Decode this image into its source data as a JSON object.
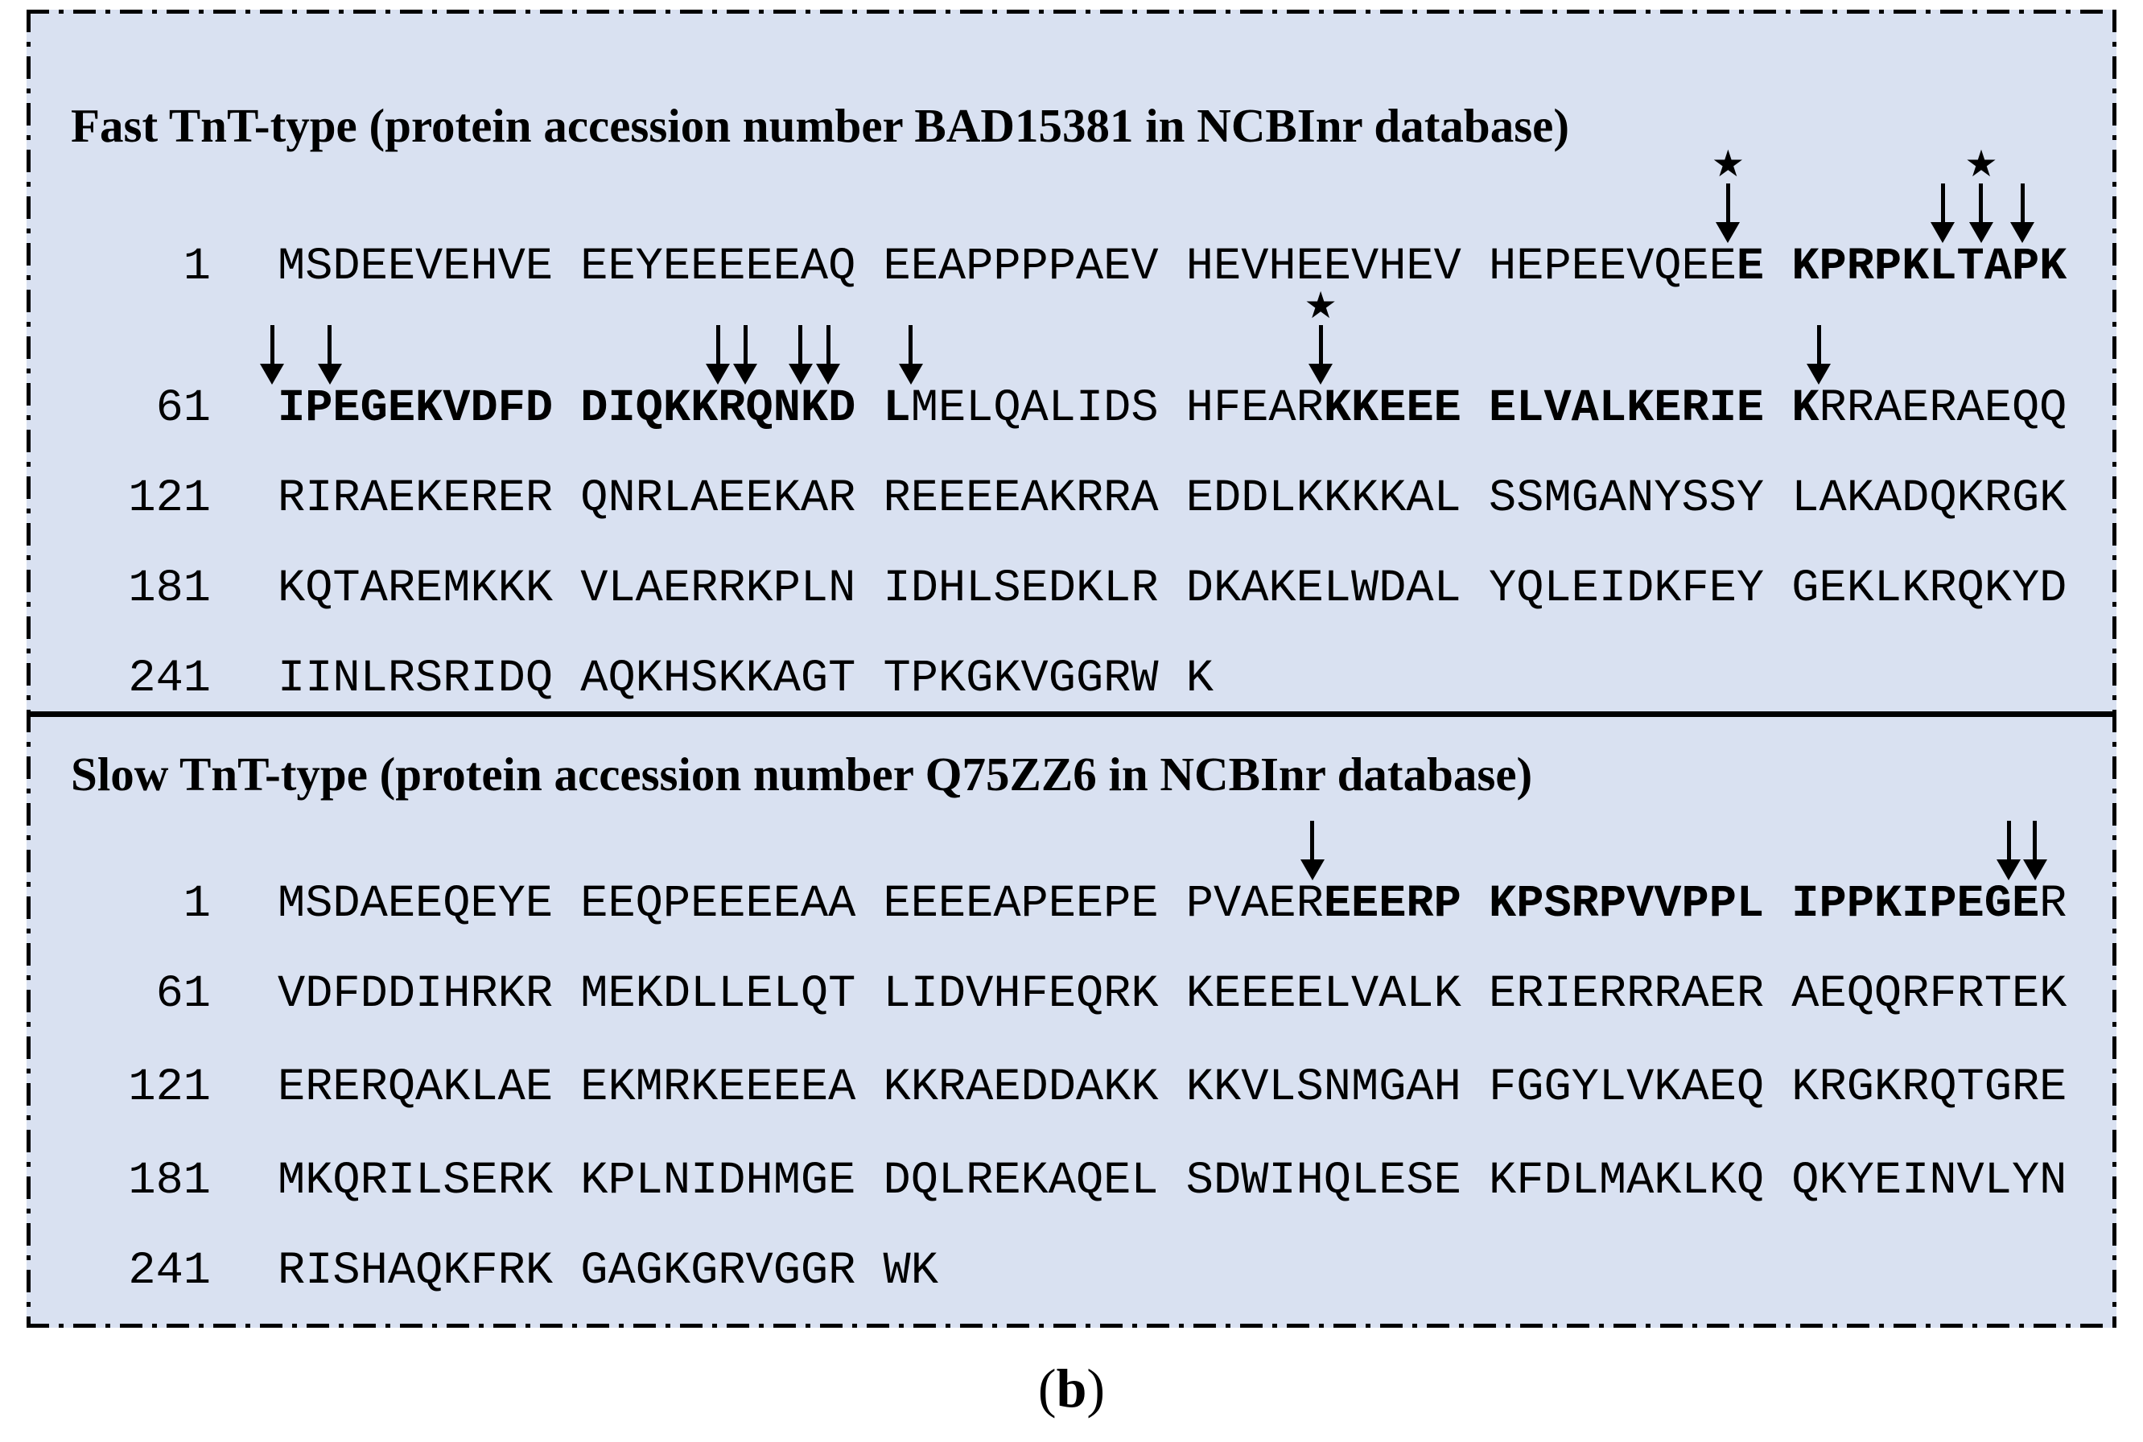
{
  "figure": {
    "colors": {
      "panel_background": "#d9e1f1",
      "ink": "#000000",
      "page_background": "#ffffff"
    },
    "caption": {
      "open": "(",
      "letter": "b",
      "close": ")"
    },
    "legend_icons": {
      "arrow": "down-arrow-icon",
      "star": "star-icon"
    },
    "layout_numbers": {
      "first_residue_labels": [
        "1",
        "61",
        "121",
        "181",
        "241"
      ]
    },
    "sections": [
      {
        "id": "fast",
        "title": "Fast TnT-type (protein accession number BAD15381 in NCBInr database)",
        "rows": [
          {
            "num": "1",
            "segments": [
              {
                "text": "MSDEEVEHVE EEYEEEEEAQ EEAPPPPAEV HEVHEEVHEV HEPEEVQEE",
                "bold": false
              },
              {
                "text": "E KPRPKLTAPK",
                "bold": true
              }
            ],
            "markers": [
              {
                "pos": 52.7,
                "star": true
              },
              {
                "pos": 60.5,
                "star": false
              },
              {
                "pos": 61.9,
                "star": true
              },
              {
                "pos": 63.4,
                "star": false
              }
            ]
          },
          {
            "num": "61",
            "segments": [
              {
                "text": "IPEGEKVDFD DIQKKRQNKD L",
                "bold": true
              },
              {
                "text": "MELQALIDS HFEAR",
                "bold": false
              },
              {
                "text": "KKEEE ELVALKERIE K",
                "bold": true
              },
              {
                "text": "RRAERAEQQ",
                "bold": false
              }
            ],
            "markers": [
              {
                "pos": -0.2,
                "star": false
              },
              {
                "pos": 1.9,
                "star": false
              },
              {
                "pos": 16.0,
                "star": false
              },
              {
                "pos": 17.0,
                "star": false
              },
              {
                "pos": 19.0,
                "star": false
              },
              {
                "pos": 20.0,
                "star": false
              },
              {
                "pos": 23.0,
                "star": false
              },
              {
                "pos": 37.9,
                "star": true
              },
              {
                "pos": 56.0,
                "star": false
              }
            ]
          },
          {
            "num": "121",
            "segments": [
              {
                "text": "RIRAEKERER QNRLAEEKAR REEEEAKRRA EDDLKKKKAL SSMGANYSSY LAKADQKRGK",
                "bold": false
              }
            ],
            "markers": []
          },
          {
            "num": "181",
            "segments": [
              {
                "text": "KQTAREMKKK VLAERRKPLN IDHLSEDKLR DKAKELWDAL YQLEIDKFEY GEKLKRQKYD",
                "bold": false
              }
            ],
            "markers": []
          },
          {
            "num": "241",
            "segments": [
              {
                "text": "IINLRSRIDQ AQKHSKKAGT TPKGKVGGRW K",
                "bold": false
              }
            ],
            "markers": []
          }
        ]
      },
      {
        "id": "slow",
        "title": "Slow TnT-type (protein accession number Q75ZZ6 in NCBInr database)",
        "rows": [
          {
            "num": "1",
            "segments": [
              {
                "text": "MSDAEEQEYE EEQPEEEEAA EEEEAPEEPE PVAER",
                "bold": false
              },
              {
                "text": "EEERP KPSRPVVPPL IPPKIPEGE",
                "bold": true
              },
              {
                "text": "R",
                "bold": false
              }
            ],
            "markers": [
              {
                "pos": 37.6,
                "star": false
              },
              {
                "pos": 62.9,
                "star": false
              },
              {
                "pos": 63.85,
                "star": false
              }
            ]
          },
          {
            "num": "61",
            "segments": [
              {
                "text": "VDFDDIHRKR MEKDLLELQT LIDVHFEQRK KEEEELVALK ERIERRRAER AEQQRFRTEK",
                "bold": false
              }
            ],
            "markers": []
          },
          {
            "num": "121",
            "segments": [
              {
                "text": "ERERQAKLAE EKMRKEEEEA KKRAEDDAKK KKVLSNMGAH FGGYLVKAEQ KRGKRQTGRE",
                "bold": false
              }
            ],
            "markers": []
          },
          {
            "num": "181",
            "segments": [
              {
                "text": "MKQRILSERK KPLNIDHMGE DQLREKAQEL SDWIHQLESE KFDLMAKLKQ QKYEINVLYN",
                "bold": false
              }
            ],
            "markers": []
          },
          {
            "num": "241",
            "segments": [
              {
                "text": "RISHAQKFRK GAGKGRVGGR WK",
                "bold": false
              }
            ],
            "markers": []
          }
        ]
      }
    ]
  }
}
